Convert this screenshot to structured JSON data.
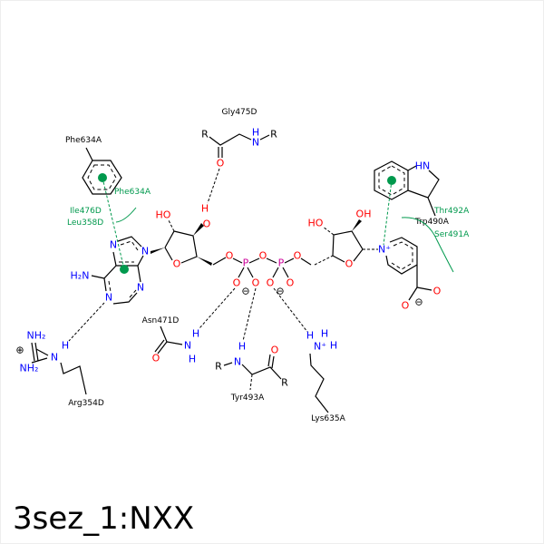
{
  "title": "3sez_1:NXX",
  "residues": {
    "gly475d": "Gly475D",
    "phe634a": "Phe634A",
    "arg354d": "Arg354D",
    "asn471d": "Asn471D",
    "tyr493a": "Tyr493A",
    "lys635a": "Lys635A",
    "trp490a": "Trp490A"
  },
  "hydrophobic_labels": {
    "phe634a": "Phe634A",
    "ile476d": "Ile476D",
    "leu358d": "Leu358D",
    "thr492a": "Thr492A",
    "ser491a": "Ser491A"
  },
  "atoms": {
    "O": "O",
    "N": "N",
    "H": "H",
    "P": "P",
    "R": "R",
    "HO": "HO",
    "OH": "OH",
    "HN": "HN",
    "H2N": "H₂N",
    "NH2": "NH₂",
    "Nplus": "N⁺",
    "minus": "⊖",
    "plus": "⊕"
  },
  "colors": {
    "oxygen": "#ff0000",
    "nitrogen": "#0000ff",
    "phosphorus": "#cc0099",
    "hydrophobic": "#00994d"
  }
}
